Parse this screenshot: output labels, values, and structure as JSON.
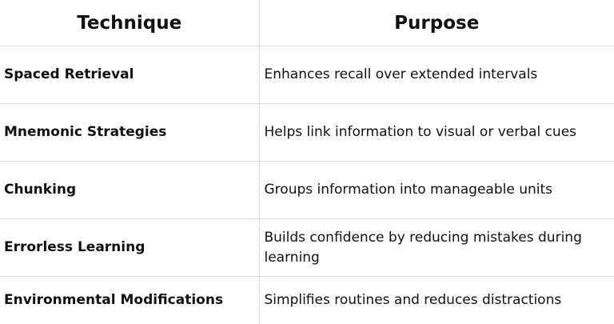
{
  "table": {
    "headers": {
      "technique": "Technique",
      "purpose": "Purpose"
    },
    "rows": [
      {
        "technique": "Spaced Retrieval",
        "purpose": "Enhances recall over extended intervals"
      },
      {
        "technique": "Mnemonic Strategies",
        "purpose": "Helps link information to visual or verbal cues"
      },
      {
        "technique": "Chunking",
        "purpose": "Groups information into manageable units"
      },
      {
        "technique": "Errorless Learning",
        "purpose": "Builds confidence by reducing mistakes during learning"
      },
      {
        "technique": "Environmental Modifications",
        "purpose": "Simplifies routines and reduces distractions"
      }
    ]
  }
}
